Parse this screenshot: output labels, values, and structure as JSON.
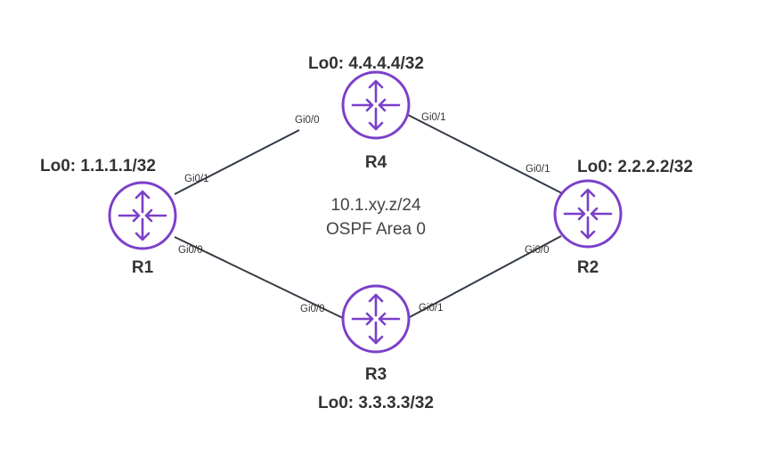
{
  "colors": {
    "router": "#7b3fc9",
    "link": "#333a44",
    "text": "#333333"
  },
  "center": {
    "subnet": "10.1.xy.z/24",
    "area": "OSPF Area 0"
  },
  "routers": [
    {
      "id": "r1",
      "name": "R1",
      "loopback": "Lo0: 1.1.1.1/32",
      "icon": "router-icon"
    },
    {
      "id": "r2",
      "name": "R2",
      "loopback": "Lo0: 2.2.2.2/32",
      "icon": "router-icon"
    },
    {
      "id": "r3",
      "name": "R3",
      "loopback": "Lo0: 3.3.3.3/32",
      "icon": "router-icon"
    },
    {
      "id": "r4",
      "name": "R4",
      "loopback": "Lo0: 4.4.4.4/32",
      "icon": "router-icon"
    }
  ],
  "links": [
    {
      "from": "R1",
      "from_if": "Gi0/1",
      "to": "R4",
      "to_if": "Gi0/0"
    },
    {
      "from": "R4",
      "from_if": "Gi0/1",
      "to": "R2",
      "to_if": "Gi0/1"
    },
    {
      "from": "R1",
      "from_if": "Gi0/0",
      "to": "R3",
      "to_if": "Gi0/0"
    },
    {
      "from": "R3",
      "from_if": "Gi0/1",
      "to": "R2",
      "to_if": "Gi0/0"
    }
  ]
}
